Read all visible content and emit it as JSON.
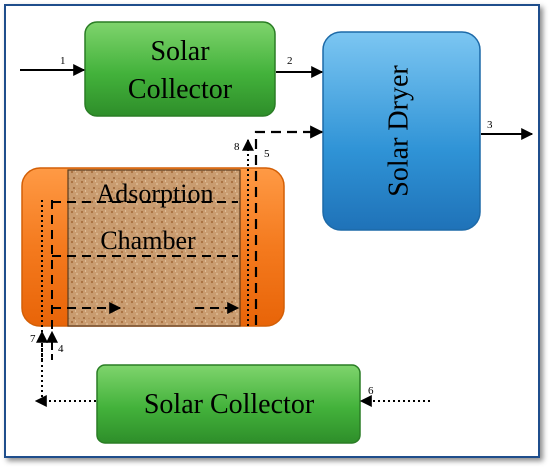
{
  "blocks": {
    "solar_collector_top": [
      "Solar",
      "Collector"
    ],
    "solar_dryer": "Solar Dryer",
    "adsorption_chamber": [
      "Adsorption",
      "Chamber"
    ],
    "solar_collector_bottom": "Solar Collector"
  },
  "streams": {
    "s1": "1",
    "s2": "2",
    "s3": "3",
    "s4": "4",
    "s5": "5",
    "s6": "6",
    "s7": "7",
    "s8": "8"
  },
  "colors": {
    "collector_green": "#3fae3a",
    "dryer_blue": "#2e8fd0",
    "chamber_orange": "#f47a1e",
    "adsorbent_fill": "#c89a6c",
    "frame_blue": "#1f4e8c"
  }
}
